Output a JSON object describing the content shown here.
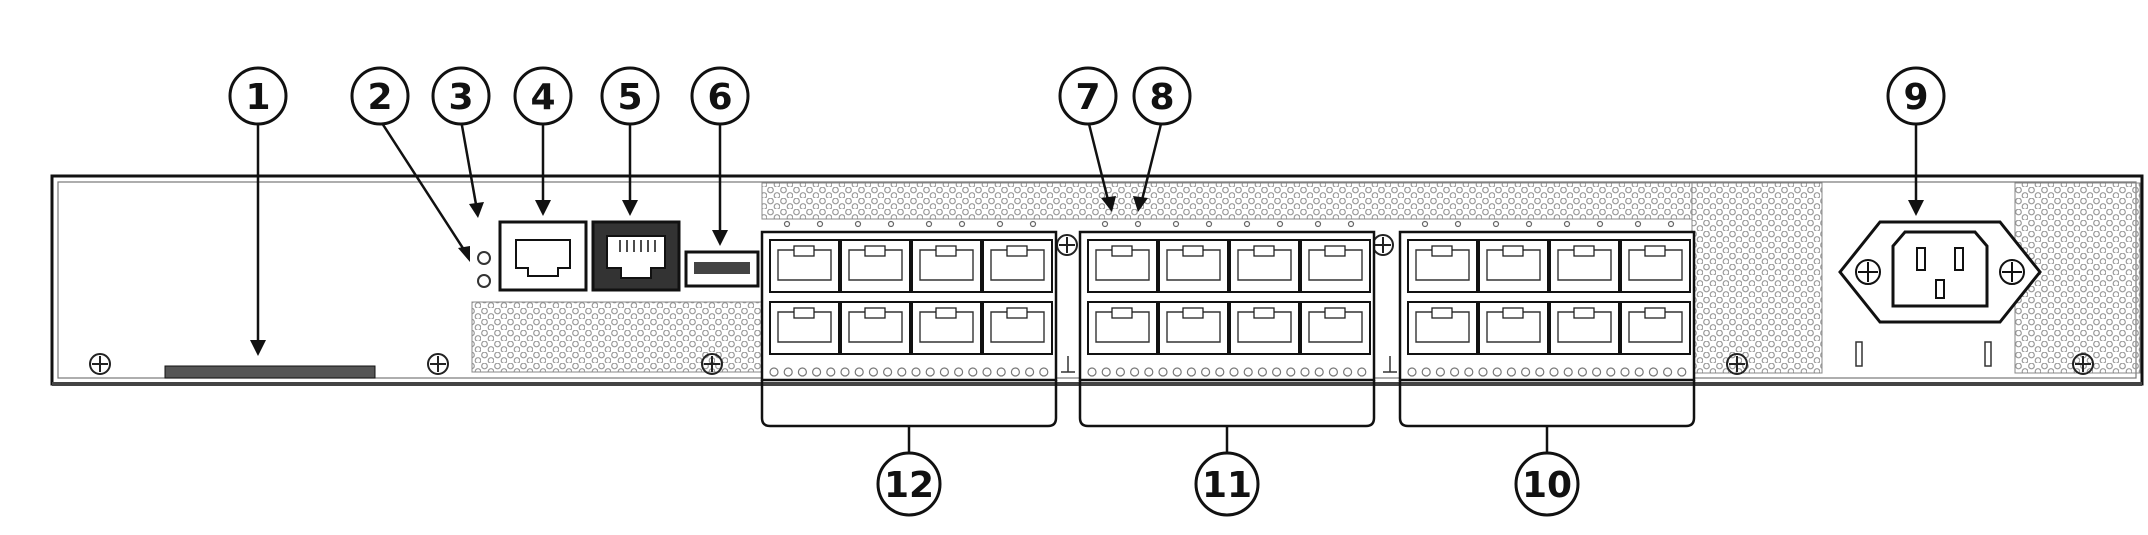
{
  "callouts": {
    "c1": "1",
    "c2": "2",
    "c3": "3",
    "c4": "4",
    "c5": "5",
    "c6": "6",
    "c7": "7",
    "c8": "8",
    "c9": "9",
    "c10": "10",
    "c11": "11",
    "c12": "12"
  },
  "colors": {
    "line": "#111111",
    "chassis": "#ffffff",
    "hole": "#9a9a9a"
  }
}
